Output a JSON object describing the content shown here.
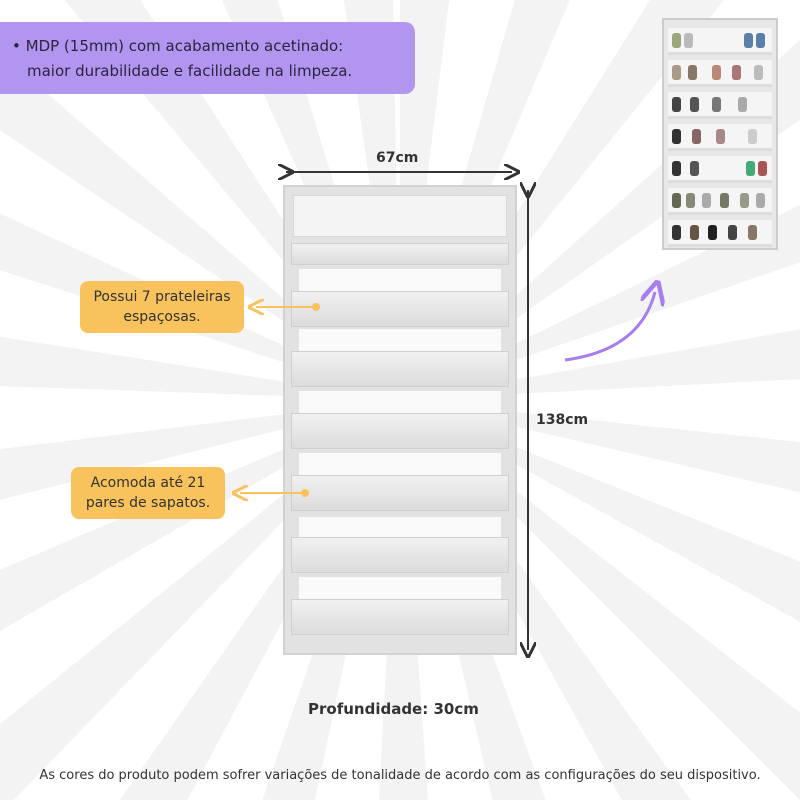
{
  "feature_box": {
    "line1": "MDP (15mm) com acabamento acetinado:",
    "line2": "maior durabilidade e facilidade na limpeza."
  },
  "callouts": [
    {
      "line1": "Possui 7 prateleiras",
      "line2": "espaçosas."
    },
    {
      "line1": "Acomoda até 21",
      "line2": "pares de sapatos."
    }
  ],
  "dimensions": {
    "width": "67cm",
    "height": "138cm",
    "depth": "Profundidade: 30cm"
  },
  "footer": "As cores do produto podem sofrer variações de tonalidade de acordo com as configurações do seu dispositivo.",
  "colors": {
    "purple": "#b195ef",
    "orange": "#f8c25c"
  }
}
